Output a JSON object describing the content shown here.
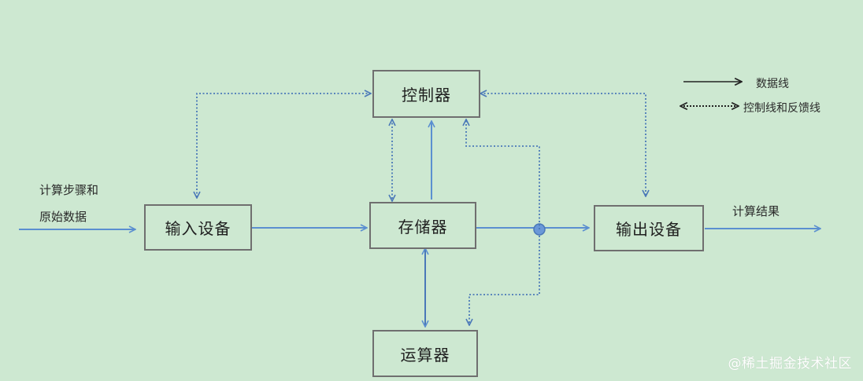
{
  "nodes": {
    "controller": "控制器",
    "input_device": "输入设备",
    "memory": "存储器",
    "output_device": "输出设备",
    "alu": "运算器"
  },
  "labels": {
    "input_line1": "计算步骤和",
    "input_line2": "原始数据",
    "output": "计算结果"
  },
  "legend": {
    "data_line": "数据线",
    "control_line": "控制线和反馈线"
  },
  "watermark": "@稀土掘金技术社区",
  "colors": {
    "background": "#cde8d1",
    "data_line": "#5b8fd0",
    "control_line": "#4a78b8",
    "node_border": "#6f6f6f"
  }
}
